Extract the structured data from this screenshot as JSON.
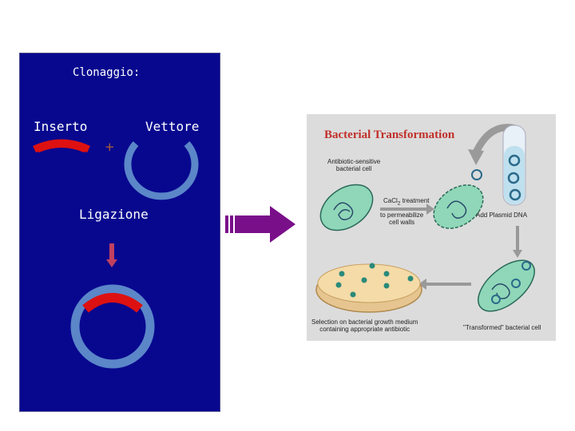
{
  "left_panel": {
    "title": "Clonaggio:",
    "insert_label": "Inserto",
    "vector_label": "Vettore",
    "plus": "+",
    "ligation_label": "Ligazione"
  },
  "right_panel": {
    "title": "Bacterial Transformation",
    "cell_line1": "Antibiotic-sensitive",
    "cell_line2": "bacterial cell",
    "treatment_prefix": "CaCl",
    "treatment_sub": "2",
    "treatment_suffix": " treatment",
    "permeabilize_line1": "to permeabilize",
    "permeabilize_line2": "cell walls",
    "add_plasmid": "Add Plasmid DNA",
    "selection_line1": "Selection on bacterial growth medium",
    "selection_line2": "containing appropriate antibiotic",
    "transformed": "\"Transformed\" bacterial cell"
  },
  "colors": {
    "panel_blue": "#08088f",
    "insert_red": "#dd1111",
    "vector_blue": "#5b86c8",
    "arrow_purple": "#7a0f8a",
    "down_arrow": "#c04060",
    "cell_green": "#8fd7b8",
    "title_red": "#c0302a"
  },
  "icons": {
    "insert": "red-dna-fragment-icon",
    "vector": "open-plasmid-icon",
    "recombinant": "recombinant-plasmid-icon",
    "transition": "right-arrow-icon"
  }
}
